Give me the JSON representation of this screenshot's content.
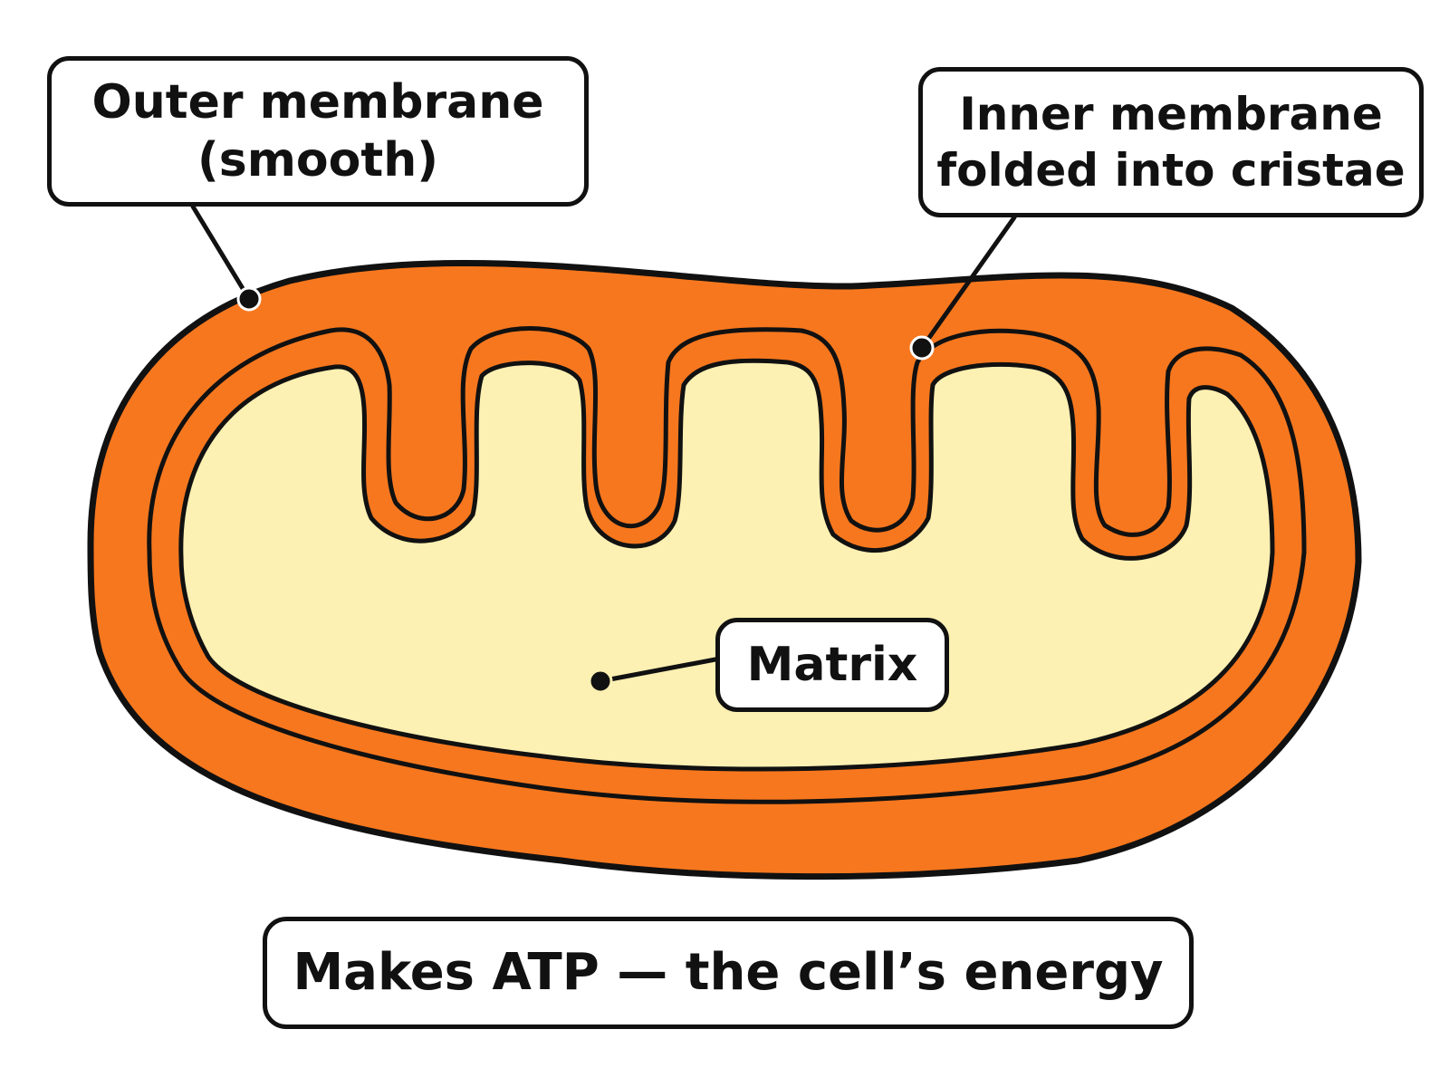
{
  "labels": {
    "outer_membrane": {
      "line1": "Outer membrane",
      "line2": "(smooth)"
    },
    "inner_membrane": {
      "line1": "Inner membrane",
      "line2": "folded into cristae"
    },
    "matrix": "Matrix"
  },
  "caption": "Makes ATP — the cell’s energy",
  "colors": {
    "membrane_orange": "#F7771E",
    "matrix_yellow": "#FCF0B2",
    "outline": "#111111",
    "background": "#FFFFFF"
  }
}
